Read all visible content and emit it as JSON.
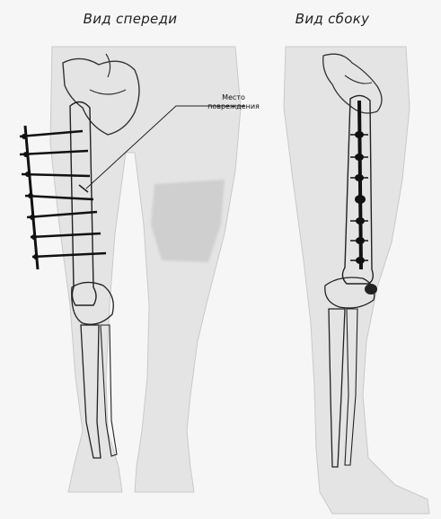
{
  "titles": {
    "front": "Вид спереди",
    "side": "Вид сбоку"
  },
  "callout": {
    "line1": "Место",
    "line2": "повреждения"
  }
}
